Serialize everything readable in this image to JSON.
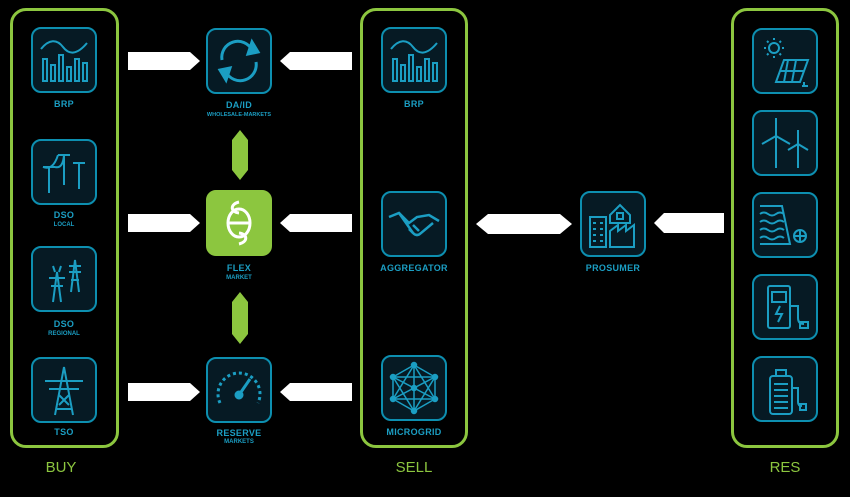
{
  "columns": {
    "buy": "BUY",
    "sell": "SELL",
    "res": "RES"
  },
  "buy_nodes": {
    "brp": {
      "label": "BRP",
      "icon": "bar-chart-wave-icon"
    },
    "dso_local": {
      "label": "DSO",
      "sublabel": "LOCAL",
      "icon": "distribution-poles-icon"
    },
    "dso_regional": {
      "label": "DSO",
      "sublabel": "REGIONAL",
      "icon": "pylons-icon"
    },
    "tso": {
      "label": "TSO",
      "icon": "transmission-tower-icon"
    }
  },
  "markets": {
    "da_id": {
      "label": "DA/ID",
      "sublabel": "WHOLESALE-MARKETS",
      "icon": "exchange-arrows-icon"
    },
    "flex": {
      "label": "FLEX",
      "sublabel": "MARKET",
      "icon": "flex-market-logo-icon"
    },
    "reserve": {
      "label": "RESERVE",
      "sublabel": "MARKETS",
      "icon": "gauge-icon"
    }
  },
  "sell_nodes": {
    "brp": {
      "label": "BRP",
      "icon": "bar-chart-wave-icon"
    },
    "aggregator": {
      "label": "AGGREGATOR",
      "icon": "handshake-icon"
    },
    "microgrid": {
      "label": "MICROGRID",
      "icon": "mesh-network-icon"
    }
  },
  "prosumer": {
    "label": "PROSUMER",
    "icon": "buildings-factory-icon"
  },
  "res_nodes": [
    {
      "icon": "solar-panel-icon"
    },
    {
      "icon": "wind-turbines-icon"
    },
    {
      "icon": "hydro-dam-icon"
    },
    {
      "icon": "ev-charger-icon"
    },
    {
      "icon": "hydrogen-storage-icon"
    }
  ],
  "colors": {
    "panel": "#8cc63f",
    "tile_border": "#0d8fb0",
    "label": "#1b9ec3",
    "arrow": "#ffffff",
    "flex_fill": "#8cc63f"
  }
}
